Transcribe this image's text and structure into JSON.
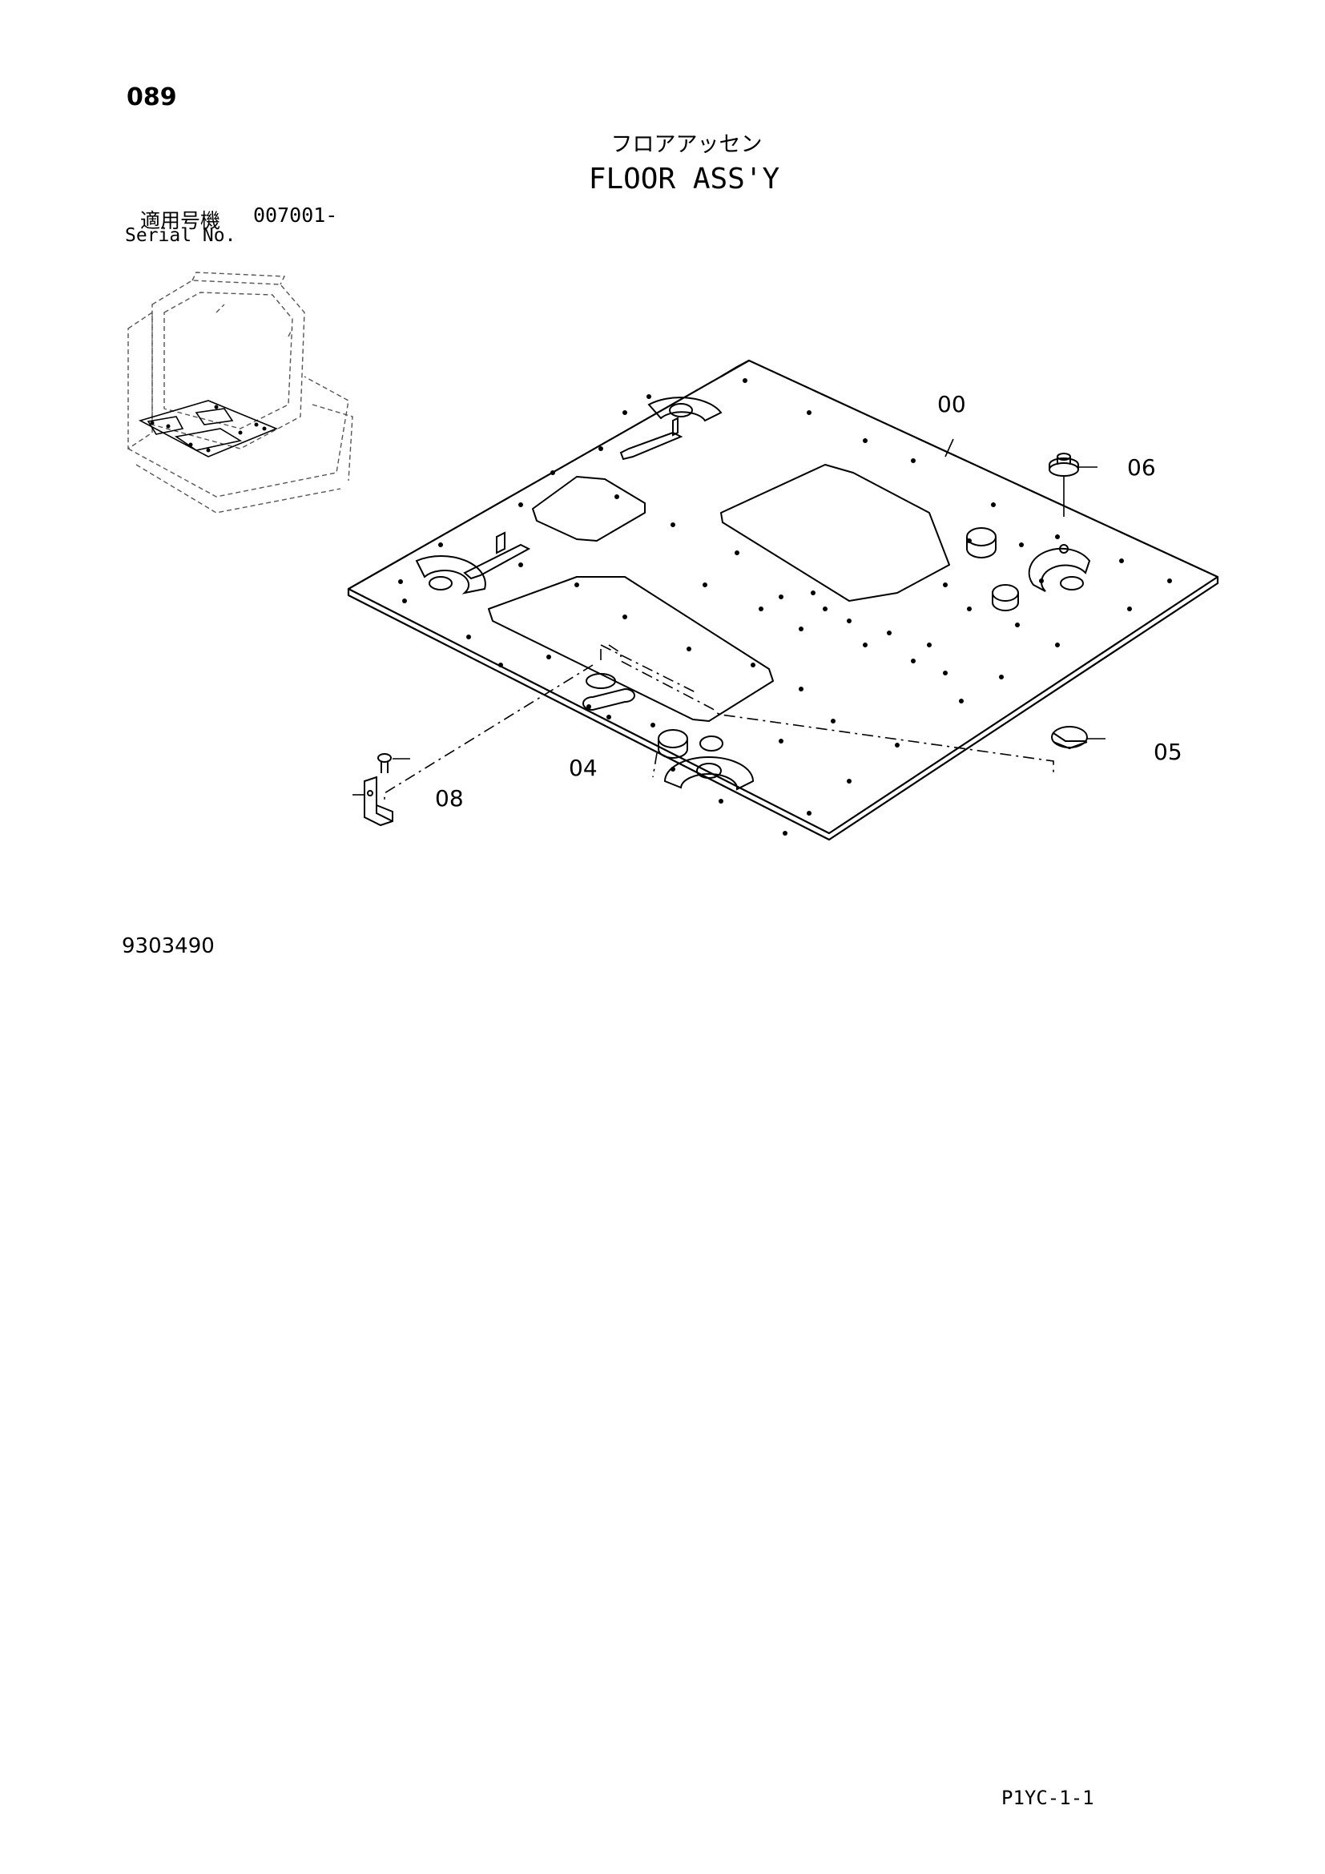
{
  "header": {
    "page_number": "089",
    "title_jp": "フロアアッセン",
    "title_en": "FLOOR ASS'Y"
  },
  "serial": {
    "label_jp": "適用号機",
    "code": "007001-",
    "label_en": "Serial No."
  },
  "callouts": [
    "00",
    "06",
    "05",
    "04",
    "08"
  ],
  "footer": {
    "drawing_code": "9303490",
    "page_ref": "P1YC-1-1"
  }
}
